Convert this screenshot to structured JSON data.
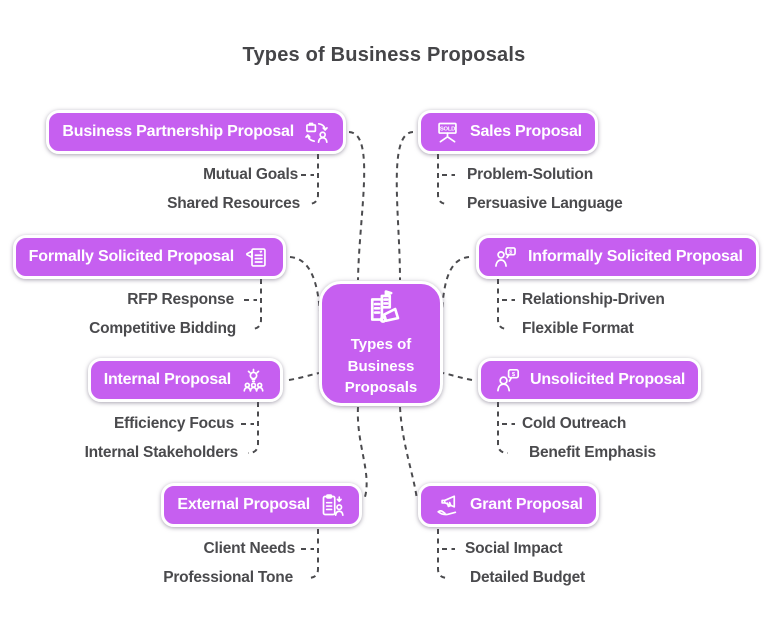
{
  "title": "Types of Business Proposals",
  "colors": {
    "node_fill": "#c65ff0",
    "node_border": "#ffffff",
    "node_text": "#ffffff",
    "title_text": "#454548",
    "subitem_text": "#4a4a4d",
    "connector": "#4b4b4e",
    "background": "#ffffff"
  },
  "center": {
    "label": "Types of Business Proposals",
    "icon": "buildings-megaphone-icon"
  },
  "branches": [
    {
      "label": "Business Partnership Proposal",
      "icon": "partnership-exchange-icon",
      "side": "left",
      "children": [
        "Mutual Goals",
        "Shared Resources"
      ]
    },
    {
      "label": "Sales Proposal",
      "icon": "sold-sign-icon",
      "side": "right",
      "children": [
        "Problem-Solution",
        "Persuasive Language"
      ]
    },
    {
      "label": "Formally Solicited Proposal",
      "icon": "document-announcement-icon",
      "side": "left",
      "children": [
        "RFP Response",
        "Competitive Bidding"
      ]
    },
    {
      "label": "Informally Solicited Proposal",
      "icon": "person-dollar-chat-icon",
      "side": "right",
      "children": [
        "Relationship-Driven",
        "Flexible Format"
      ]
    },
    {
      "label": "Internal Proposal",
      "icon": "team-idea-icon",
      "side": "left",
      "children": [
        "Efficiency Focus",
        "Internal Stakeholders"
      ]
    },
    {
      "label": "Unsolicited Proposal",
      "icon": "person-dollar-bubble-icon",
      "side": "right",
      "children": [
        "Cold Outreach",
        "Benefit Emphasis"
      ]
    },
    {
      "label": "External Proposal",
      "icon": "clipboard-person-icon",
      "side": "left",
      "children": [
        "Client Needs",
        "Professional Tone"
      ]
    },
    {
      "label": "Grant Proposal",
      "icon": "hand-megaphone-icon",
      "side": "right",
      "children": [
        "Social Impact",
        "Detailed Budget"
      ]
    }
  ]
}
